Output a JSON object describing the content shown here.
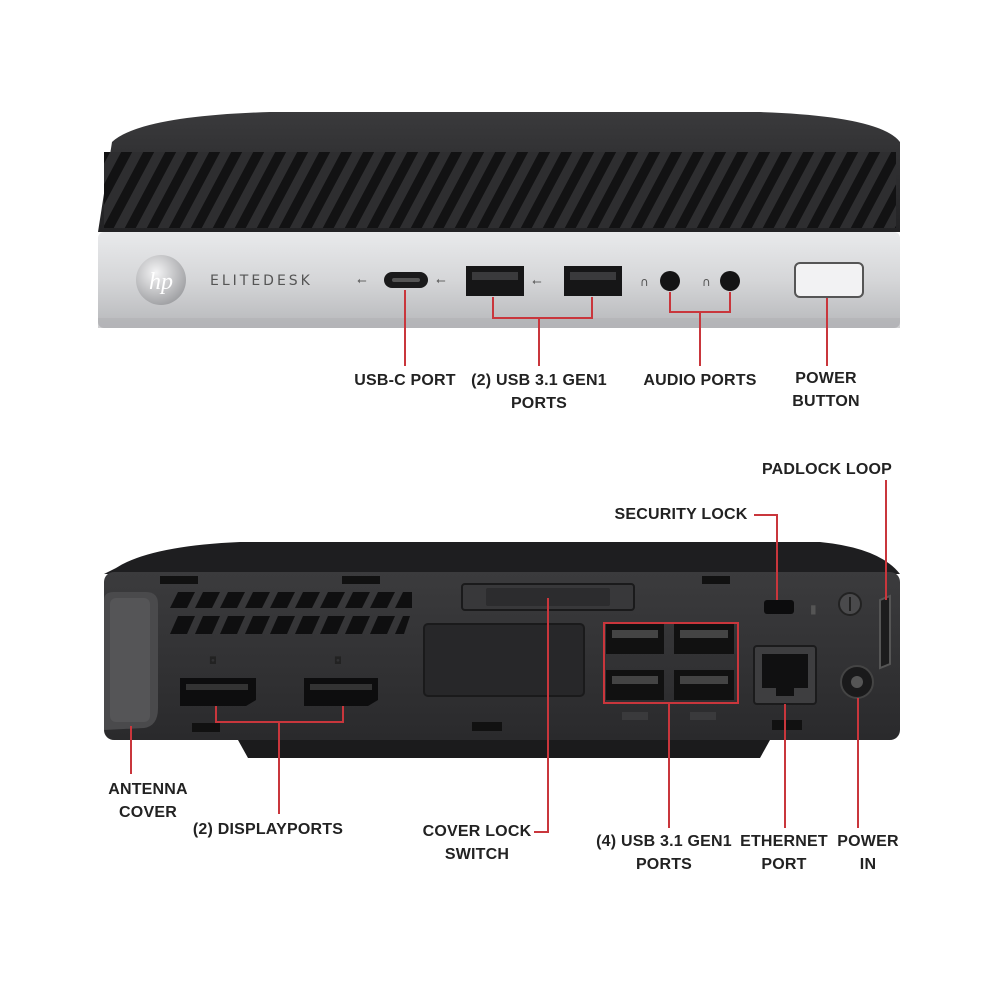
{
  "front": {
    "brand_logo": "hp",
    "model_name": "ELITEDESK",
    "callouts": {
      "usb_c": [
        "USB-C PORT"
      ],
      "usb_front": [
        "(2) USB 3.1 GEN1",
        "PORTS"
      ],
      "audio": [
        "AUDIO PORTS"
      ],
      "power_button": [
        "POWER",
        "BUTTON"
      ]
    }
  },
  "rear": {
    "callouts": {
      "padlock_loop": [
        "PADLOCK LOOP"
      ],
      "security_lock": [
        "SECURITY LOCK"
      ],
      "antenna_cover": [
        "ANTENNA",
        "COVER"
      ],
      "displayports": [
        "(2) DISPLAYPORTS"
      ],
      "cover_lock": [
        "COVER LOCK",
        "SWITCH"
      ],
      "usb_rear": [
        "(4) USB 3.1 GEN1",
        "PORTS"
      ],
      "ethernet": [
        "ETHERNET",
        "PORT"
      ],
      "power_in": [
        "POWER",
        "IN"
      ]
    }
  },
  "colors": {
    "callout_line": "#c9363c",
    "chassis_dark": "#2b2b2d",
    "chassis_silver": "#d8d9db",
    "label_text": "#222222"
  }
}
